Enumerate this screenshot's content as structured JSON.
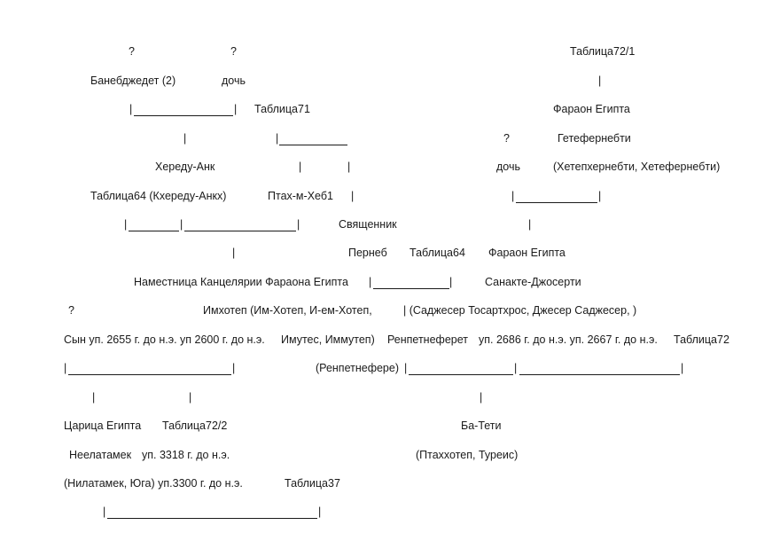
{
  "lines": [
    "?",
    "?",
    "Таблица72/1",
    "Банебджедет (2)",
    "дочь",
    "|",
    "|",
    "|",
    "Таблица71",
    "Фараон Египта",
    "|",
    "|",
    "?",
    "Гетефернебти",
    "Хереду-Анк",
    "|",
    "|",
    "дочь",
    "(Хетепхернебти, Хетефернебти)",
    "Таблица64 (Кхереду-Анкх)",
    "Птах-м-Хеб1",
    "|",
    "|",
    "|",
    "|",
    "|",
    "|",
    "Священник",
    "|",
    "|",
    "Пернеб",
    "Таблица64",
    "Фараон Египта",
    "Наместница Канцелярии Фараона Египта",
    "|",
    "|",
    "Санакте-Джосерти",
    "?",
    "Имхотеп (Им-Хотеп, И-ем-Хотеп,",
    "| (Саджесер Тосартхрос, Джесер Саджесер, )",
    "Сын уп. 2655 г. до н.э. уп 2600 г. до н.э.",
    "Имутес, Иммутеп)",
    "Ренпетнеферет",
    "уп. 2686 г. до н.э. уп. 2667 г. до н.э.",
    "Таблица72",
    "|",
    "|",
    "(Ренпетнефере)",
    "|",
    "|",
    "|",
    "|",
    "|",
    "|",
    "Царица Египта",
    "Таблица72/2",
    "Ба-Тети",
    "Неелатамек",
    "уп. 3318 г. до н.э.",
    "(Птаххотеп, Туреис)",
    "(Нилатамек, Юга) уп.3300 г. до н.э.",
    "Таблица37",
    "|",
    "|"
  ]
}
